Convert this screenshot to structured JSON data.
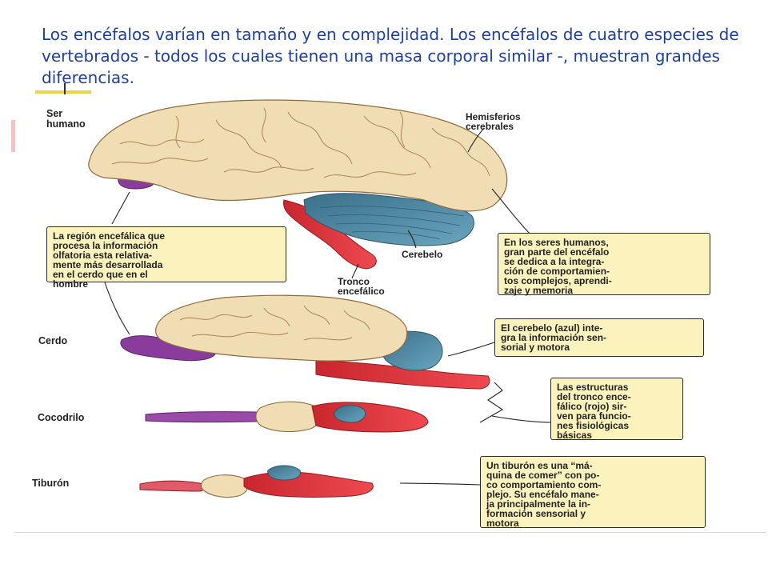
{
  "slide": {
    "title": "Los encéfalos varían en tamaño y en complejidad. Los encéfalos de cuatro especies de vertebrados - todos los cuales tienen una masa corporal similar -, muestran grandes diferencias."
  },
  "species": {
    "human": "Ser\nhumano",
    "pig": "Cerdo",
    "crocodile": "Cocodrilo",
    "shark": "Tiburón"
  },
  "structures": {
    "hemispheres": "Hemisferios\ncerebrales",
    "cerebellum": "Cerebelo",
    "brainstem": "Tronco\nencefálico"
  },
  "callouts": {
    "olfactory": "La región encefálica que\nprocesa la información\nolfatoria esta relativa-\nmente más desarrollada\nen el cerdo que en el\nhombre",
    "humans": "En los seres humanos,\ngran parte del encéfalo\nse dedica a la integra-\nción de comportamien-\ntos complejos, aprendi-\nzaje y memoria",
    "cerebellum_role": "El cerebelo (azul) inte-\ngra la información sen-\nsorial y motora",
    "brainstem_role": "Las estructuras\ndel tronco ence-\nfálico (rojo) sir-\nven para funcio-\nnes fisiológicas\nbásicas",
    "shark_role": "Un tiburón es una “má-\nquina de comer” con po-\nco comportamiento com-\nplejo. Su encéfalo mane-\nja principalmente la in-\nformación sensorial y\nmotora"
  },
  "colors": {
    "title_text": "#1f3f9f",
    "cerebrum": "#f1ddb4",
    "cerebellum": "#4e8aa6",
    "brainstem": "#e3353c",
    "olfactory": "#8a3c9c",
    "callout_bg": "#fbf2bd"
  }
}
